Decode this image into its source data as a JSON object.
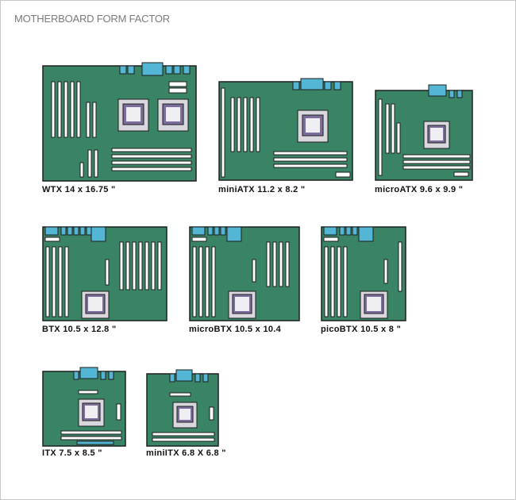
{
  "page": {
    "title": "MOTHERBOARD FORM FACTOR"
  },
  "colors": {
    "pcb": "#3a8466",
    "pcb_edge": "#1e1e1e",
    "connector": "#52b6d4",
    "cpu_socket": "#d8d8de",
    "cpu_core": "#7d6d9c",
    "slot": "#ffffff"
  },
  "boards": [
    {
      "id": "wtx",
      "label": "WTX 14 x 16.75 \""
    },
    {
      "id": "miniatx",
      "label": "miniATX 11.2 x 8.2 \""
    },
    {
      "id": "microatx",
      "label": "microATX 9.6 x 9.9 \""
    },
    {
      "id": "btx",
      "label": "BTX 10.5 x 12.8 \""
    },
    {
      "id": "microbtx",
      "label": "microBTX 10.5 x 10.4"
    },
    {
      "id": "picobtx",
      "label": "picoBTX 10.5 x 8 \""
    },
    {
      "id": "itx",
      "label": "ITX 7.5 x 8.5 \""
    },
    {
      "id": "miniitx",
      "label": "miniITX 6.8 X 6.8 \""
    }
  ]
}
